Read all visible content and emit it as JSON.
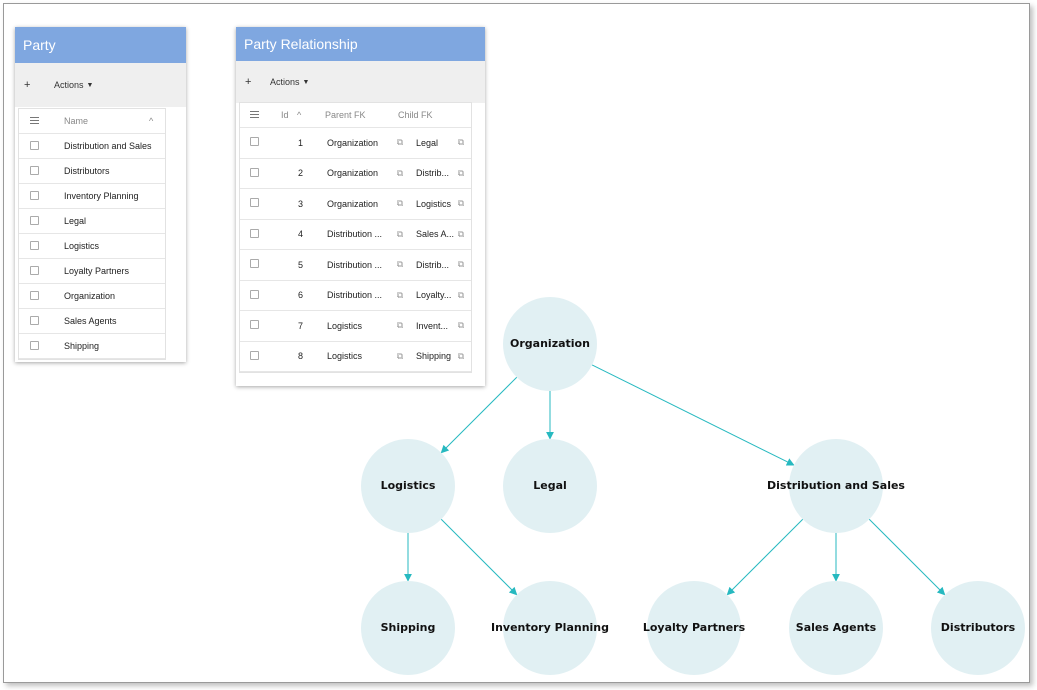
{
  "party": {
    "title": "Party",
    "toolbar": {
      "add_label": "+",
      "actions_label": "Actions",
      "caret": "▼"
    },
    "column_name": "Name",
    "sort_glyph": "^",
    "rows": [
      "Distribution and Sales",
      "Distributors",
      "Inventory Planning",
      "Legal",
      "Logistics",
      "Loyalty Partners",
      "Organization",
      "Sales Agents",
      "Shipping"
    ]
  },
  "party_relationship": {
    "title": "Party Relationship",
    "toolbar": {
      "add_label": "+",
      "actions_label": "Actions",
      "caret": "▼"
    },
    "columns": {
      "id": "Id",
      "parent": "Parent FK",
      "child": "Child FK"
    },
    "sort_glyph": "^",
    "link_glyph": "⧉",
    "rows": [
      {
        "id": "1",
        "parent": "Organization",
        "child": "Legal"
      },
      {
        "id": "2",
        "parent": "Organization",
        "child": "Distrib..."
      },
      {
        "id": "3",
        "parent": "Organization",
        "child": "Logistics"
      },
      {
        "id": "4",
        "parent": "Distribution ...",
        "child": "Sales A..."
      },
      {
        "id": "5",
        "parent": "Distribution ...",
        "child": "Distrib..."
      },
      {
        "id": "6",
        "parent": "Distribution ...",
        "child": "Loyalty..."
      },
      {
        "id": "7",
        "parent": "Logistics",
        "child": "Invent..."
      },
      {
        "id": "8",
        "parent": "Logistics",
        "child": "Shipping"
      }
    ]
  },
  "graph": {
    "node_fill": "#e1f0f3",
    "edge_color": "#27b9c0",
    "nodes": [
      {
        "id": "org",
        "label": "Organization"
      },
      {
        "id": "logistics",
        "label": "Logistics"
      },
      {
        "id": "legal",
        "label": "Legal"
      },
      {
        "id": "dist_sales",
        "label": "Distribution and Sales"
      },
      {
        "id": "shipping",
        "label": "Shipping"
      },
      {
        "id": "inventory",
        "label": "Inventory Planning"
      },
      {
        "id": "loyalty",
        "label": "Loyalty Partners"
      },
      {
        "id": "sales_agents",
        "label": "Sales Agents"
      },
      {
        "id": "distributors",
        "label": "Distributors"
      }
    ],
    "edges": [
      {
        "from": "org",
        "to": "logistics"
      },
      {
        "from": "org",
        "to": "legal"
      },
      {
        "from": "org",
        "to": "dist_sales"
      },
      {
        "from": "logistics",
        "to": "shipping"
      },
      {
        "from": "logistics",
        "to": "inventory"
      },
      {
        "from": "dist_sales",
        "to": "loyalty"
      },
      {
        "from": "dist_sales",
        "to": "sales_agents"
      },
      {
        "from": "dist_sales",
        "to": "distributors"
      }
    ]
  }
}
